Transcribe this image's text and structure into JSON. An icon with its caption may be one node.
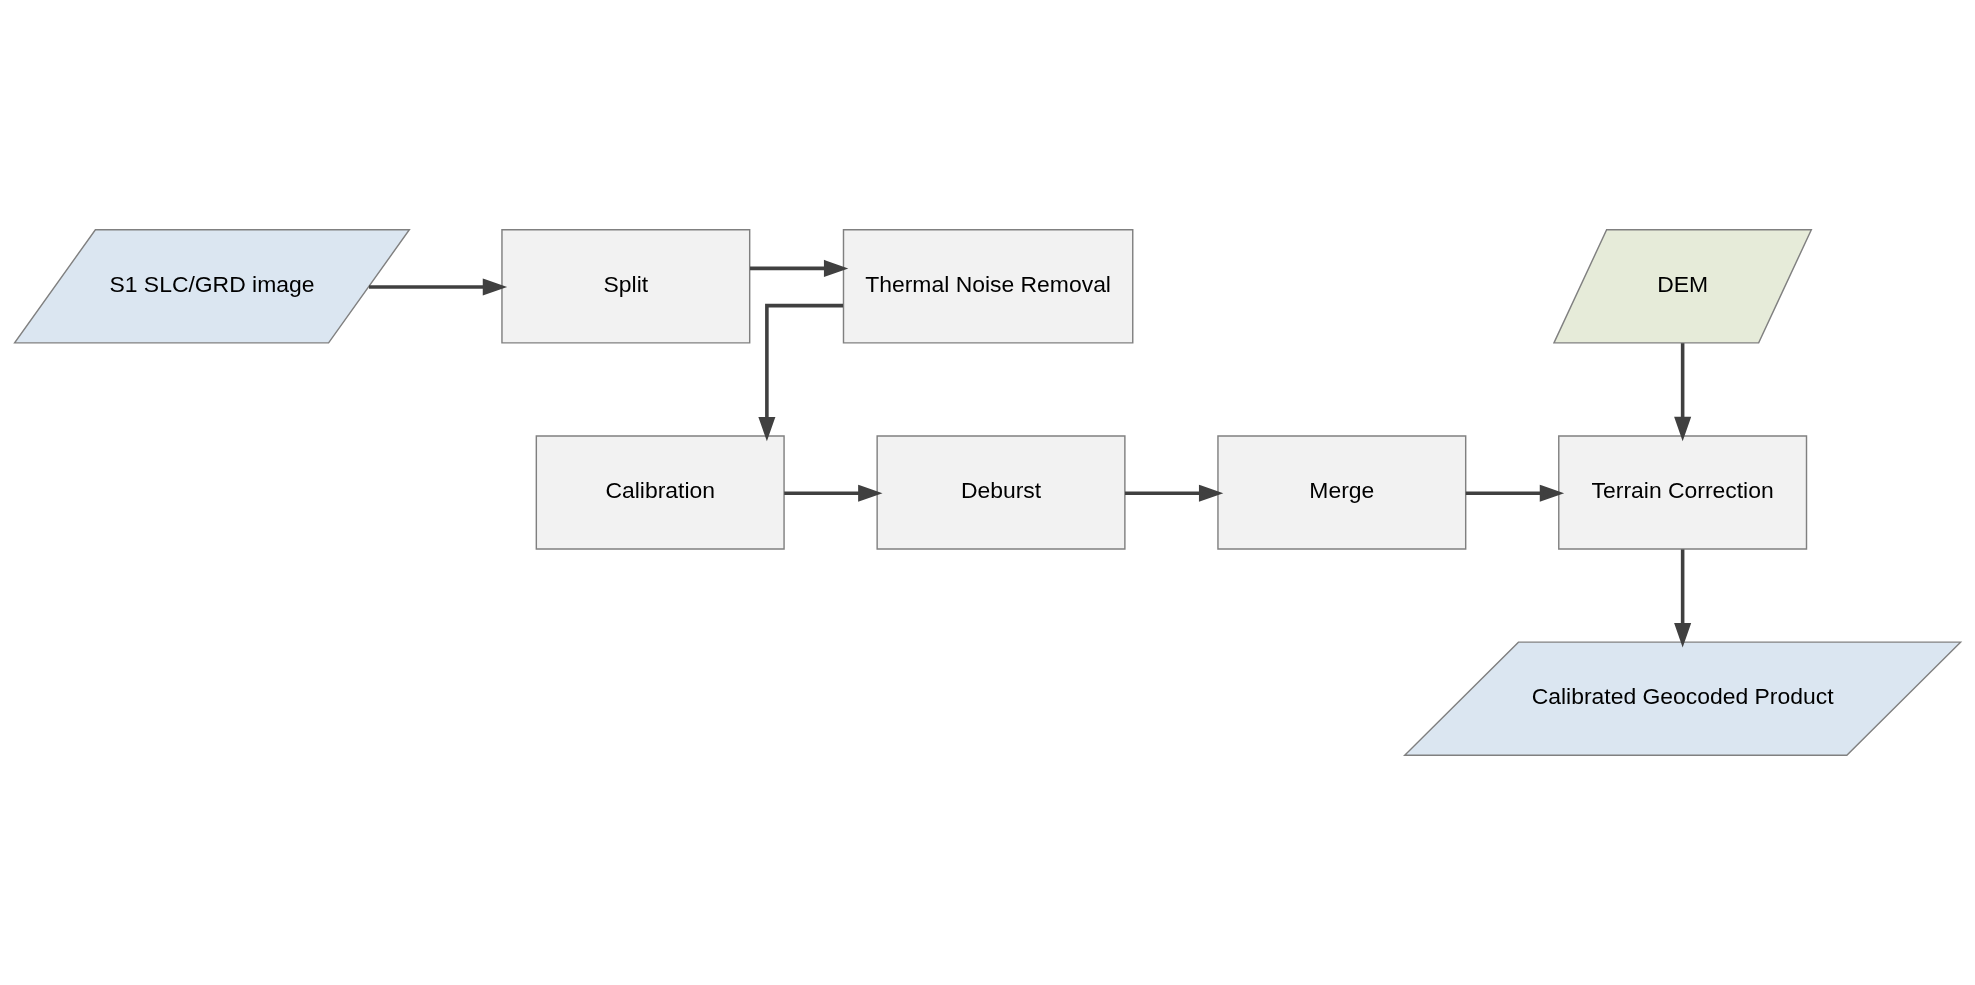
{
  "diagram": {
    "nodes": [
      {
        "text": [
          "S1 SLC/GRD image"
        ]
      },
      {
        "text": [
          "Split"
        ]
      },
      {
        "text": [
          "Thermal Noise Removal"
        ]
      },
      {
        "text": [
          "DEM"
        ]
      },
      {
        "text": [
          "Calibration"
        ]
      },
      {
        "text": [
          "Deburst"
        ]
      },
      {
        "text": [
          "Merge"
        ]
      },
      {
        "text": [
          "Terrain Correction"
        ]
      },
      {
        "text": [
          "Calibrated Geocoded Product"
        ]
      }
    ],
    "edges": [
      {
        "from": 0,
        "to": 1,
        "arrow": "to"
      },
      {
        "from": 1,
        "to": 2,
        "arrow": "to"
      },
      {
        "from": 2,
        "to": 4,
        "arrow": "to"
      },
      {
        "from": 4,
        "to": 5,
        "arrow": "to"
      },
      {
        "from": 5,
        "to": 6,
        "arrow": "to"
      },
      {
        "from": 6,
        "to": 7,
        "arrow": "to"
      },
      {
        "from": 3,
        "to": 7,
        "arrow": "to"
      },
      {
        "from": 7,
        "to": 8,
        "arrow": "to"
      }
    ]
  }
}
